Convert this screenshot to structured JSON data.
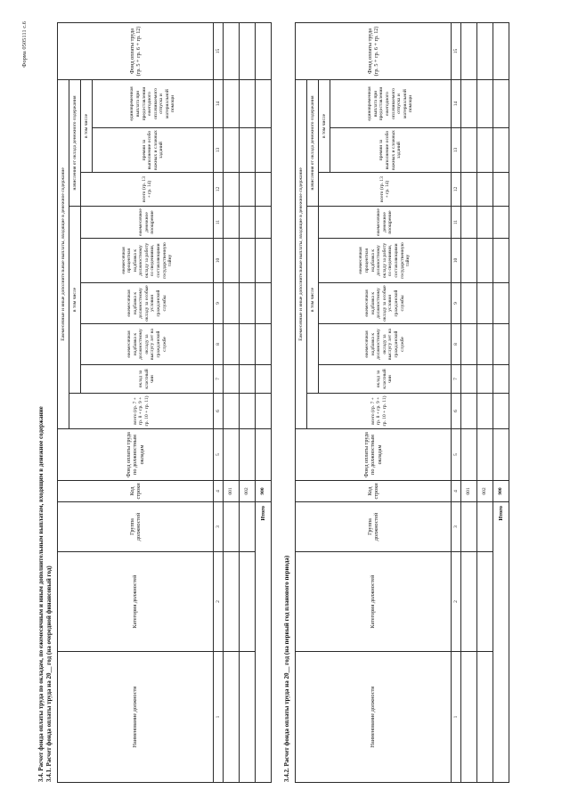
{
  "page": {
    "form_note": "Форма 0505111 с.6"
  },
  "section1": {
    "title_main": "3.4. Расчет фонда оплаты труда по окладам, по ежемесячным и иным дополнительным выплатам, входящим в денежное содержание",
    "title_sub": "3.4.1. Расчет фонда оплаты труда на 20__ год (на очередной финансовый год)"
  },
  "section2": {
    "title_sub": "3.4.2. Расчет фонда оплаты труда на 20__ год (на первый год планового периода)"
  },
  "table": {
    "col1": "Наименование должности",
    "col2": "Категория должностей",
    "col3": "Группа должностей",
    "col4": "Код строки",
    "col5": "Фонд оплаты труда по должностным окладам",
    "group_monthly": "Ежемесячные и иные дополнительные выплаты, входящие в денежное содержание",
    "col6": "всего (гр. 7 + гр. 8 + гр. 9 + гр. 10 + гр. 11)",
    "subgroup_monthly": "в том числе",
    "col7": "оклад за классный чин",
    "col8": "ежемесячная надбавка к должностному окладу за выслугу лет на гражданской службе",
    "col9": "ежемесячная надбавка к должностному окладу за особые условия гражданской службы",
    "col10": "ежемесячная процентная надбавка к должностному окладу за работу со сведениями, составляющими государственную тайну",
    "col11": "ежемесячное денежное поощрение",
    "group_salary": "начисления от оклада денежного содержания",
    "col12": "всего (гр. 13 + гр. 14)",
    "subgroup_salary": "в том числе",
    "col13": "премии за выполнение особо важных и сложных заданий",
    "col14": "единовременная выплата при предоставлении ежегодного оплачиваемого отпуска и материальной помощи",
    "col15": "Фонд оплаты труда (гр. 5 + гр. 6 + гр. 12)",
    "column_numbers": [
      "1",
      "2",
      "3",
      "4",
      "5",
      "6",
      "7",
      "8",
      "9",
      "10",
      "11",
      "12",
      "13",
      "14",
      "15"
    ],
    "rows": [
      {
        "code": "001"
      },
      {
        "code": "002"
      }
    ],
    "total_label": "Итого",
    "total_code": "900"
  }
}
